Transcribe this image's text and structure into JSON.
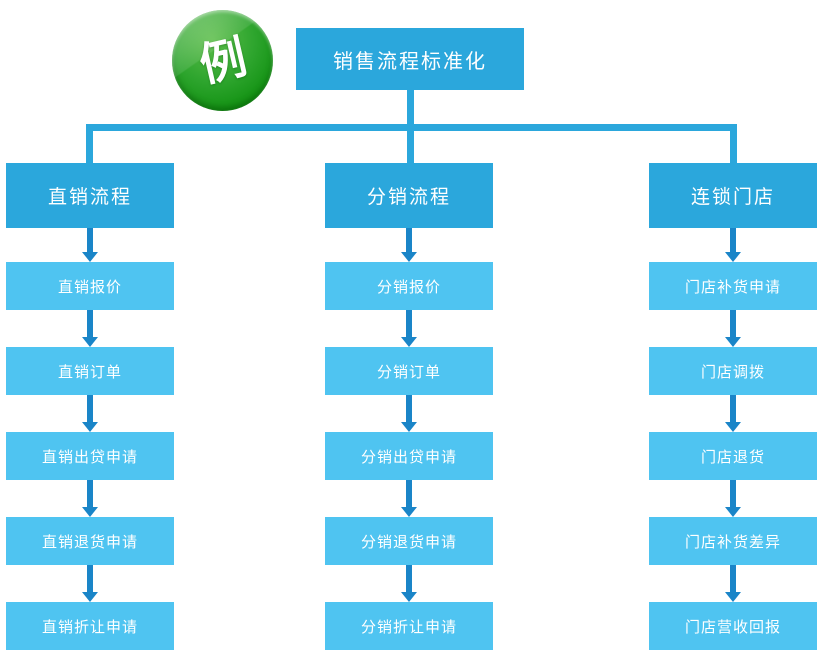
{
  "badge": {
    "label": "例"
  },
  "root": {
    "title": "销售流程标准化"
  },
  "columns": [
    {
      "header": "直销流程",
      "items": [
        "直销报价",
        "直销订单",
        "直销出贷申请",
        "直销退货申请",
        "直销折让申请"
      ]
    },
    {
      "header": "分销流程",
      "items": [
        "分销报价",
        "分销订单",
        "分销出贷申请",
        "分销退货申请",
        "分销折让申请"
      ]
    },
    {
      "header": "连锁门店",
      "items": [
        "门店补货申请",
        "门店调拨",
        "门店退货",
        "门店补货差异",
        "门店营收回报"
      ]
    }
  ],
  "colors": {
    "header_blue": "#2BA7DC",
    "item_blue": "#4FC4F1",
    "arrow_blue": "#1A85C8",
    "badge_green": "#1E9C1E",
    "text_white": "#FFFFFF"
  }
}
